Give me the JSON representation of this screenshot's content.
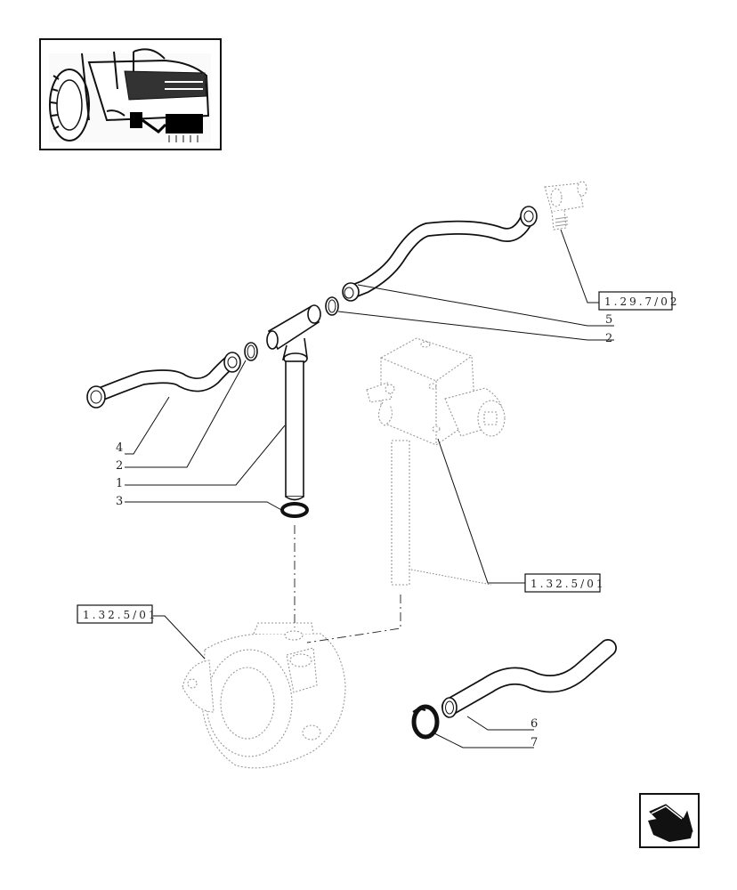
{
  "thumbnail": {
    "icon": "tractor-location-icon"
  },
  "callouts": {
    "c5": "5",
    "c2_right": "2",
    "c4": "4",
    "c2_left": "2",
    "c1": "1",
    "c3": "3",
    "c6": "6",
    "c7": "7"
  },
  "references": {
    "top_right": "1.29.7/02",
    "middle_right": "1.32.5/01",
    "left": "1.32.5/01"
  },
  "nav": {
    "icon": "next-page-arrow-icon"
  }
}
